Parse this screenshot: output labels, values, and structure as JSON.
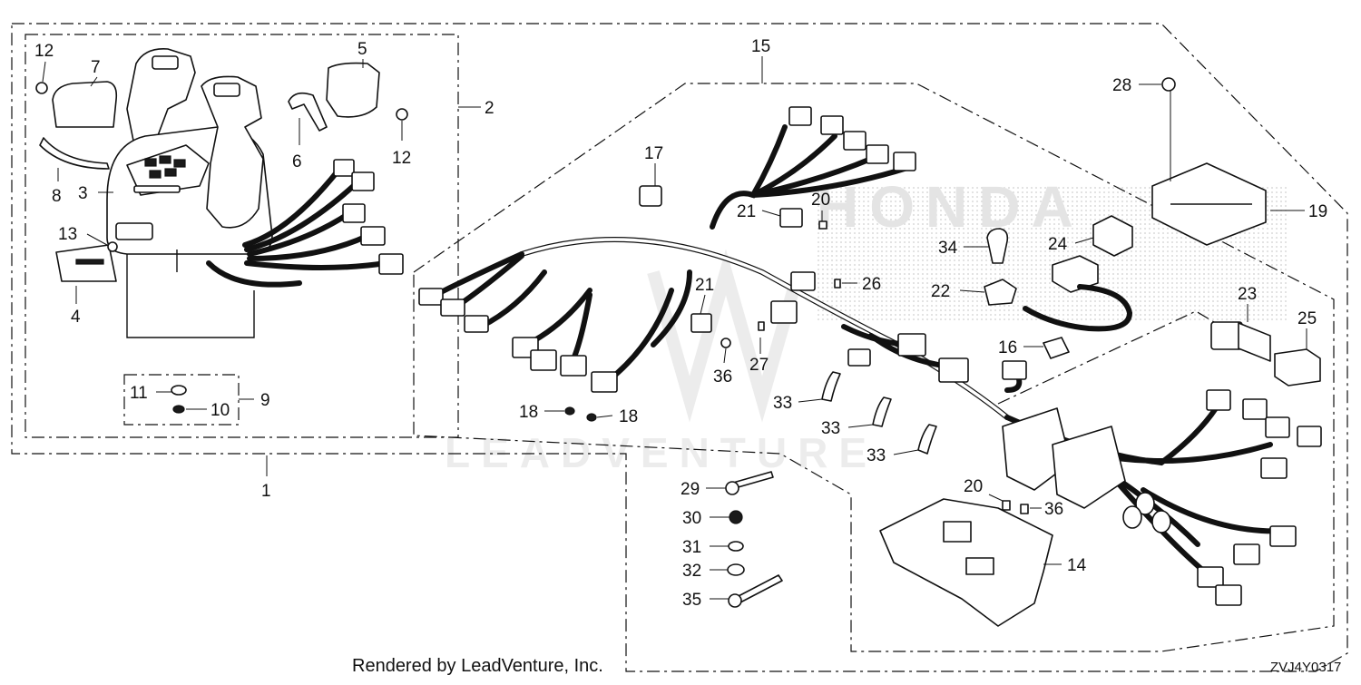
{
  "callouts": {
    "c1": "1",
    "c2": "2",
    "c3": "3",
    "c4": "4",
    "c5": "5",
    "c6": "6",
    "c7": "7",
    "c8": "8",
    "c9": "9",
    "c10": "10",
    "c11": "11",
    "c12a": "12",
    "c12b": "12",
    "c13": "13",
    "c14": "14",
    "c15": "15",
    "c16": "16",
    "c17": "17",
    "c18a": "18",
    "c18b": "18",
    "c19": "19",
    "c20a": "20",
    "c20b": "20",
    "c21a": "21",
    "c21b": "21",
    "c22": "22",
    "c23": "23",
    "c24": "24",
    "c25": "25",
    "c26": "26",
    "c27": "27",
    "c28": "28",
    "c29": "29",
    "c30": "30",
    "c31": "31",
    "c32": "32",
    "c33a": "33",
    "c33b": "33",
    "c33c": "33",
    "c34": "34",
    "c35": "35",
    "c36a": "36",
    "c36b": "36"
  },
  "footer": {
    "rendered_by": "Rendered by LeadVenture, Inc.",
    "diagram_code": "ZVJ4Y0317"
  },
  "watermark": {
    "brand": "LEADVENTURE"
  },
  "colors": {
    "line": "#111111",
    "watermark": "#e6e6e6",
    "dots": "#cfcfcf"
  }
}
